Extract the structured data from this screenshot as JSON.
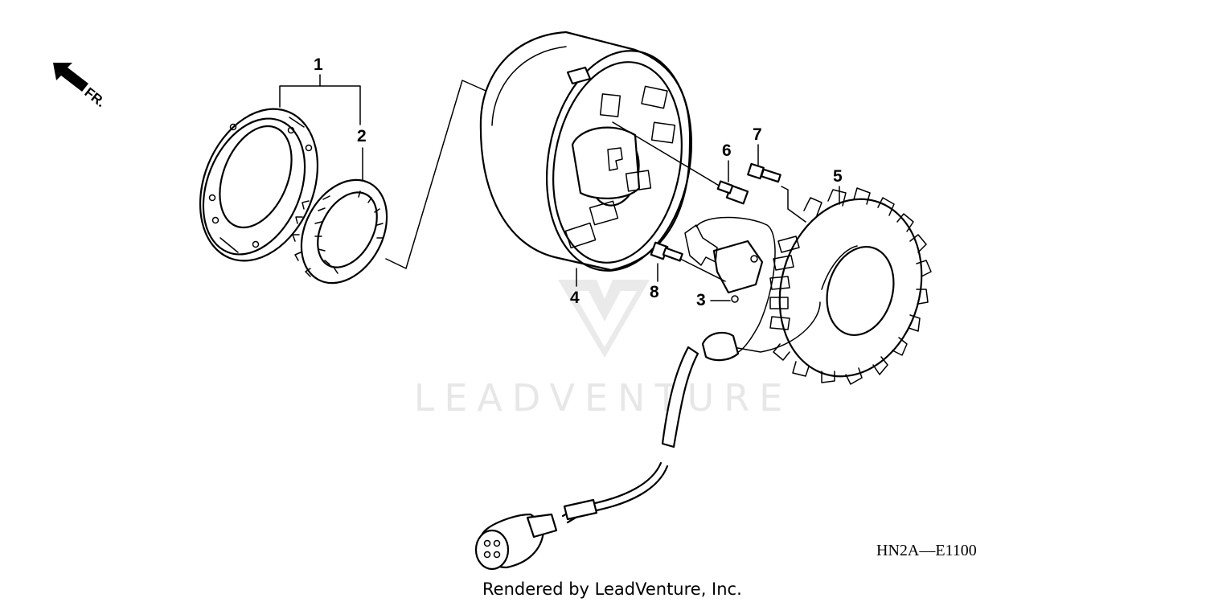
{
  "callouts": [
    {
      "id": "1",
      "label": "1"
    },
    {
      "id": "2",
      "label": "2"
    },
    {
      "id": "3",
      "label": "3"
    },
    {
      "id": "4",
      "label": "4"
    },
    {
      "id": "5",
      "label": "5"
    },
    {
      "id": "6",
      "label": "6"
    },
    {
      "id": "7",
      "label": "7"
    },
    {
      "id": "8",
      "label": "8"
    }
  ],
  "direction_label": "FR.",
  "diagram_code": "HN2A—E1100",
  "credit": "Rendered by LeadVenture, Inc.",
  "watermark": "LEADVENTURE",
  "colors": {
    "line": "#000000",
    "background": "#ffffff",
    "watermark": "#d4d4d4"
  }
}
